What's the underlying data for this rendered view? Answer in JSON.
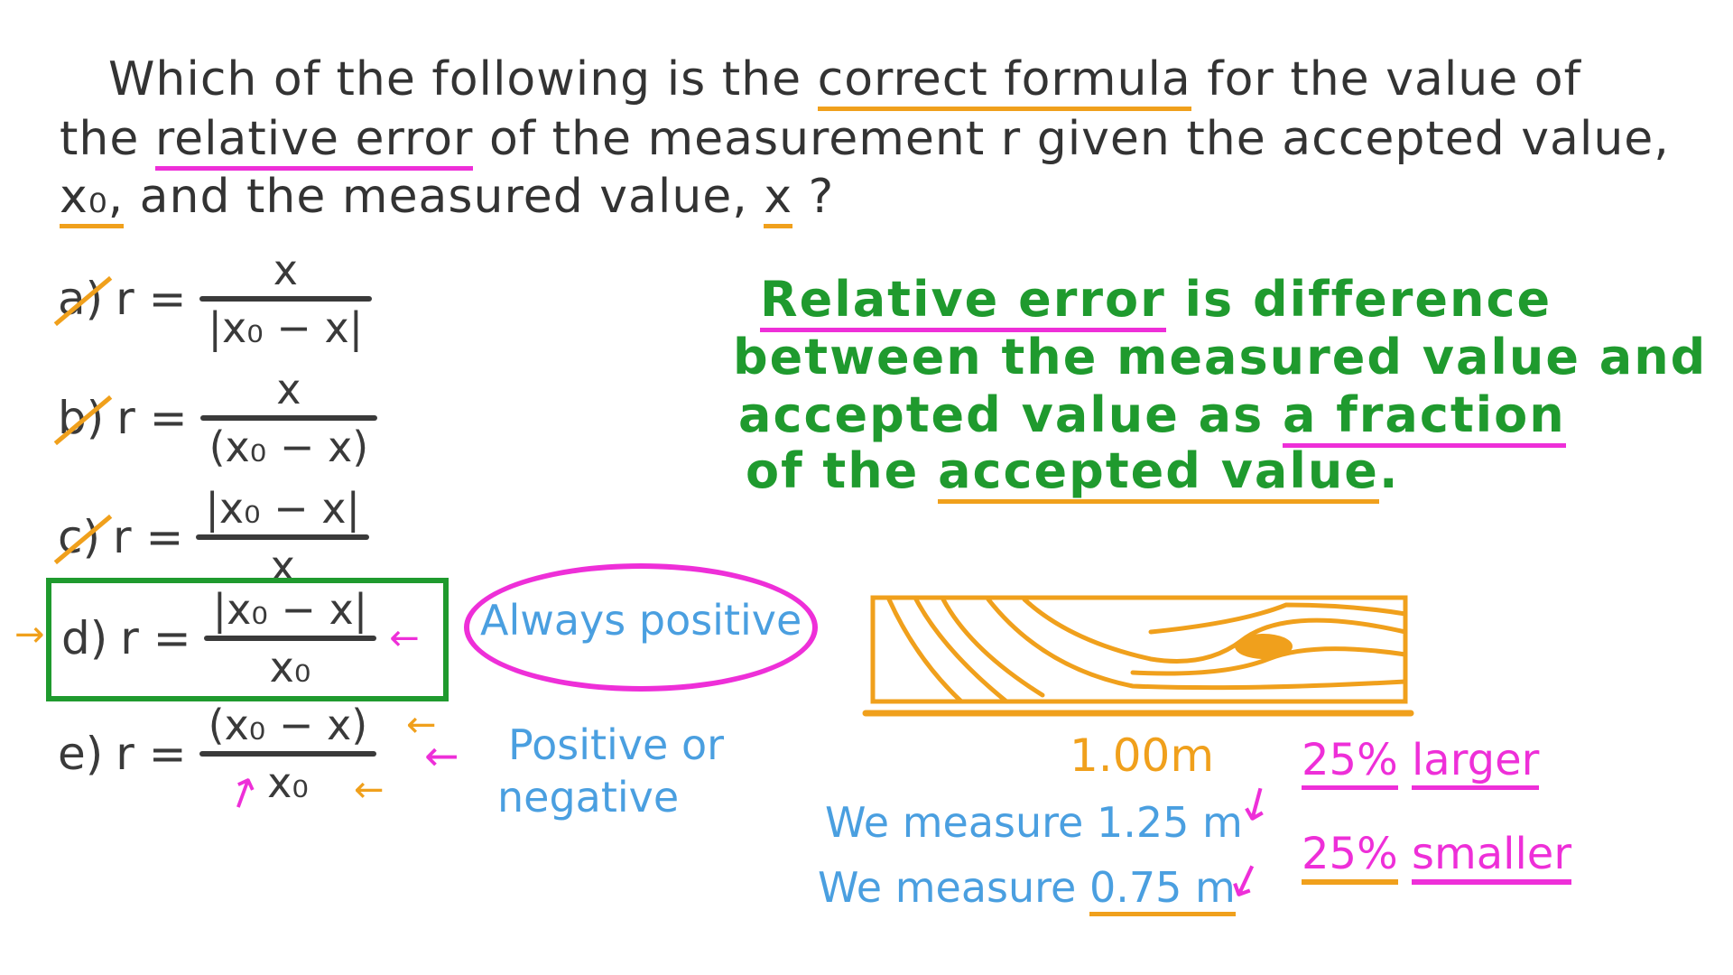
{
  "question": {
    "line1_pre": "Which of the following is the ",
    "line1_hl": "correct formula",
    "line1_post": " for the value of",
    "line2_pre": "the ",
    "line2_hl": "relative error",
    "line2_post": " of the measurement r given the accepted value,",
    "line3_x0": "x₀,",
    "line3_mid": " and the measured value, ",
    "line3_x": "x",
    "line3_end": " ?"
  },
  "options": [
    {
      "label": "a)",
      "lhs": "r =",
      "num": "x",
      "den": "|x₀ − x|",
      "crossed": true
    },
    {
      "label": "b)",
      "lhs": "r =",
      "num": "x",
      "den": "(x₀ − x)",
      "crossed": true
    },
    {
      "label": "c)",
      "lhs": "r =",
      "num": "|x₀ − x|",
      "den": "x",
      "crossed": true
    },
    {
      "label": "d)",
      "lhs": "r =",
      "num": "|x₀ − x|",
      "den": "x₀",
      "correct": true
    },
    {
      "label": "e)",
      "lhs": "r =",
      "num": "(x₀ − x)",
      "den": "x₀"
    }
  ],
  "notes": {
    "always_positive": "Always positive",
    "positive_or": "Positive or",
    "negative": "negative"
  },
  "definition": {
    "l1_hl": "Relative error",
    "l1_rest": " is difference",
    "l2": "between the measured value and",
    "l3_pre": "accepted value as ",
    "l3_hl": "a fraction",
    "l4_pre": "of the ",
    "l4_hl": "accepted value",
    "l4_end": "."
  },
  "example": {
    "length": "1.00m",
    "measure1": "We measure 1.25 m",
    "measure2_pre": "We measure ",
    "measure2_val": "0.75 m",
    "larger_pct": "25%",
    "larger": "larger",
    "smaller_pct": "25%",
    "smaller": "smaller"
  },
  "colors": {
    "text": "#3a3a3a",
    "green": "#1f9a2e",
    "blue": "#4a9fe0",
    "orange": "#f0a01c",
    "pink": "#ee2fd8"
  }
}
